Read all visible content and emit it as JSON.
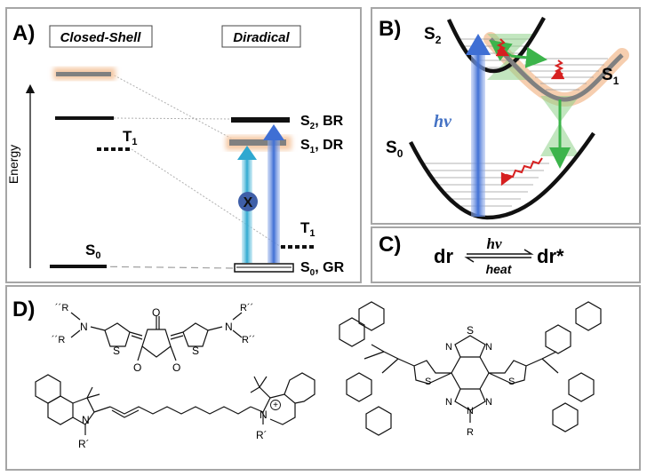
{
  "panel_a": {
    "label": "A)",
    "closed_shell": "Closed-Shell",
    "diradical": "Diradical",
    "energy_axis": "Energy",
    "left_T1": "T",
    "left_T1_sub": "1",
    "left_S0": "S",
    "left_S0_sub": "0",
    "right_S2": "S",
    "right_S2_sub": "2",
    "right_S2_suffix": ", BR",
    "right_S1": "S",
    "right_S1_sub": "1",
    "right_S1_suffix": ", DR",
    "right_T1": "T",
    "right_T1_sub": "1",
    "right_S0": "S",
    "right_S0_sub": "0",
    "right_S0_suffix": ", GR",
    "forbidden_mark": "X"
  },
  "panel_b": {
    "label": "B)",
    "S2": "S",
    "S2_sub": "2",
    "S1": "S",
    "S1_sub": "1",
    "S0": "S",
    "S0_sub": "0",
    "h": "h",
    "nu": "ν"
  },
  "panel_c": {
    "label": "C)",
    "reactant": "dr",
    "product": "dr*",
    "forward_h": "h",
    "forward_nu": "ν",
    "reverse": "heat"
  },
  "panel_d": {
    "label": "D)",
    "sq_left_sub": "´´R",
    "sq_left_sub2": "´´R",
    "sq_right_sub": "R´´",
    "sq_right_sub2": "R´´",
    "n": "N",
    "s": "S",
    "o": "O",
    "cy_left_r": "R´",
    "cy_right_r": "R´",
    "plus": "+",
    "btd_s": "S",
    "btd_r": "R"
  },
  "colors": {
    "panel_border": "#a6a6a6",
    "glow": "#f5c9a6",
    "level_gray": "#808080",
    "blue_arrow": "#4a78d6",
    "cyan_arrow": "#39b3d6",
    "green": "#3cb44b",
    "red": "#d62020",
    "hv_text": "#4472c4"
  }
}
